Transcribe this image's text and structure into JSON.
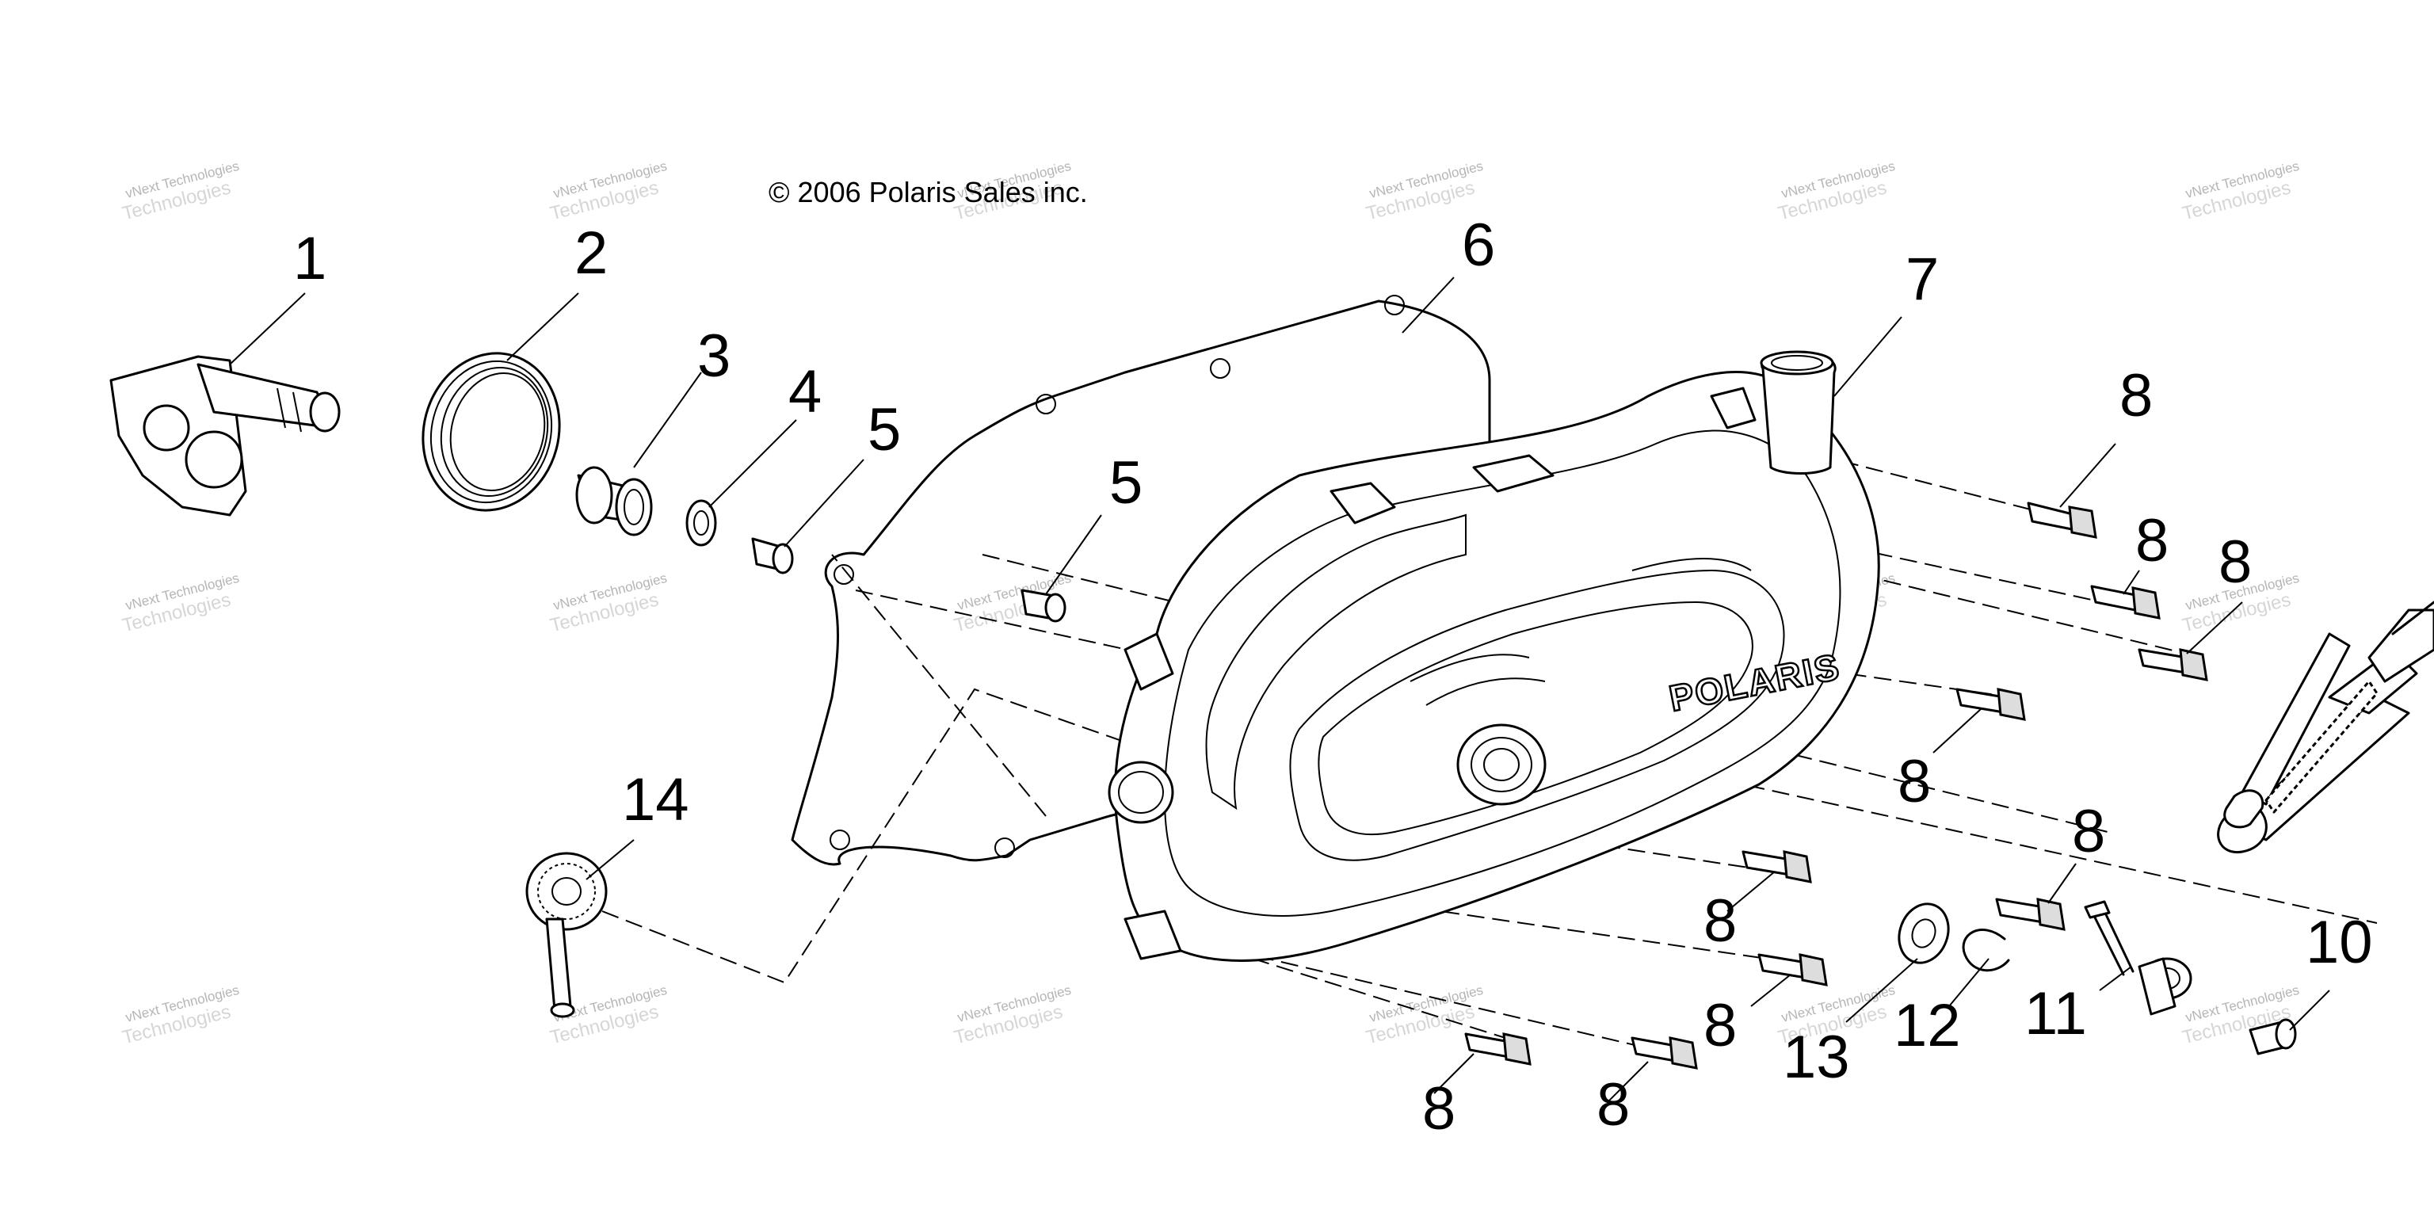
{
  "copyright": "© 2006 Polaris Sales inc.",
  "brand_logo": "POLARIS",
  "watermark": {
    "line1": "vNext Technologies",
    "line2": "Technologies"
  },
  "callouts": [
    {
      "id": "1",
      "label": "1"
    },
    {
      "id": "2",
      "label": "2"
    },
    {
      "id": "3",
      "label": "3"
    },
    {
      "id": "4",
      "label": "4"
    },
    {
      "id": "5a",
      "label": "5"
    },
    {
      "id": "5b",
      "label": "5"
    },
    {
      "id": "6",
      "label": "6"
    },
    {
      "id": "7",
      "label": "7"
    },
    {
      "id": "8a",
      "label": "8"
    },
    {
      "id": "8b",
      "label": "8"
    },
    {
      "id": "8c",
      "label": "8"
    },
    {
      "id": "8d",
      "label": "8"
    },
    {
      "id": "8e",
      "label": "8"
    },
    {
      "id": "8f",
      "label": "8"
    },
    {
      "id": "8g",
      "label": "8"
    },
    {
      "id": "8h",
      "label": "8"
    },
    {
      "id": "8i",
      "label": "8"
    },
    {
      "id": "10",
      "label": "10"
    },
    {
      "id": "11",
      "label": "11"
    },
    {
      "id": "12",
      "label": "12"
    },
    {
      "id": "13",
      "label": "13"
    },
    {
      "id": "14",
      "label": "14"
    }
  ]
}
